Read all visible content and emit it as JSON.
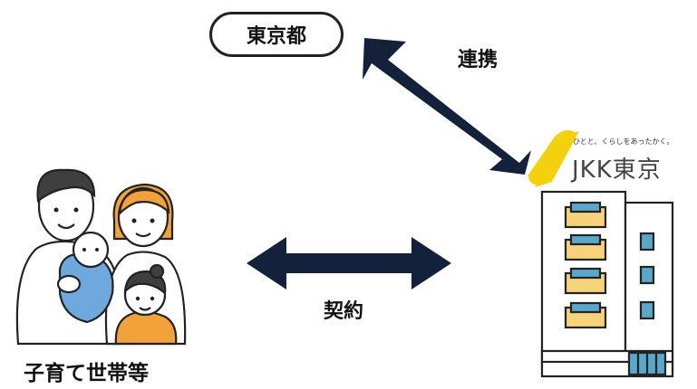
{
  "nodes": {
    "tokyo_metro": "東京都",
    "jkk_tagline": "ひとと、くらしをあったかく。",
    "jkk_name": "JKK東京",
    "households": "子育て世帯等"
  },
  "relations": {
    "cooperation": "連携",
    "contract": "契約"
  },
  "colors": {
    "arrow": "#14213a",
    "jkk_logo_yellow": "#f3d10f",
    "outline": "#222222",
    "hair": "#3f3f3f",
    "hair_orange": "#f2a23a",
    "baby_blue": "#6fa8dc",
    "window_blue": "#5aa7c9",
    "balcony_yellow": "#f6d27a"
  }
}
